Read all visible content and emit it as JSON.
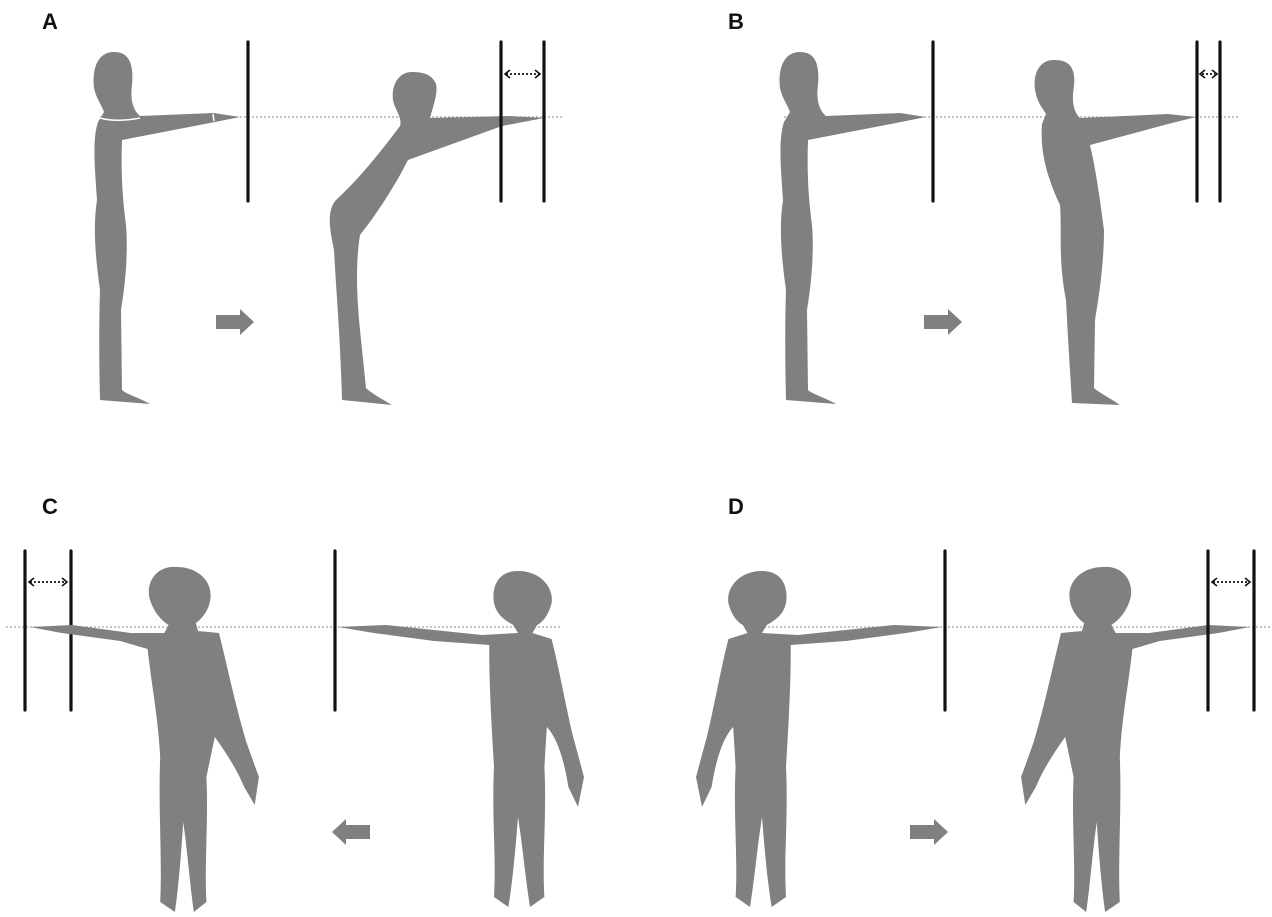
{
  "colors": {
    "figure": "#808083",
    "line": "#111111",
    "guide": "#8a8a8a",
    "arrow": "#808083"
  },
  "panels": [
    {
      "label": "A",
      "pose_from": "standing-side-arm-forward",
      "pose_to": "forward-bend-reach",
      "arrow_direction": "right",
      "icons": [
        "person-silhouette-icon",
        "right-arrow-icon"
      ]
    },
    {
      "label": "B",
      "pose_from": "standing-side-arm-forward",
      "pose_to": "forward-lean-reach",
      "arrow_direction": "right",
      "icons": [
        "person-silhouette-icon",
        "right-arrow-icon"
      ]
    },
    {
      "label": "C",
      "pose_from": "standing-front-arm-lateral",
      "pose_to": "lateral-side-bend-reach",
      "arrow_direction": "left",
      "icons": [
        "person-silhouette-icon",
        "left-arrow-icon"
      ]
    },
    {
      "label": "D",
      "pose_from": "standing-front-arm-lateral",
      "pose_to": "lateral-side-bend-reach",
      "arrow_direction": "right",
      "icons": [
        "person-silhouette-icon",
        "right-arrow-icon"
      ]
    }
  ]
}
